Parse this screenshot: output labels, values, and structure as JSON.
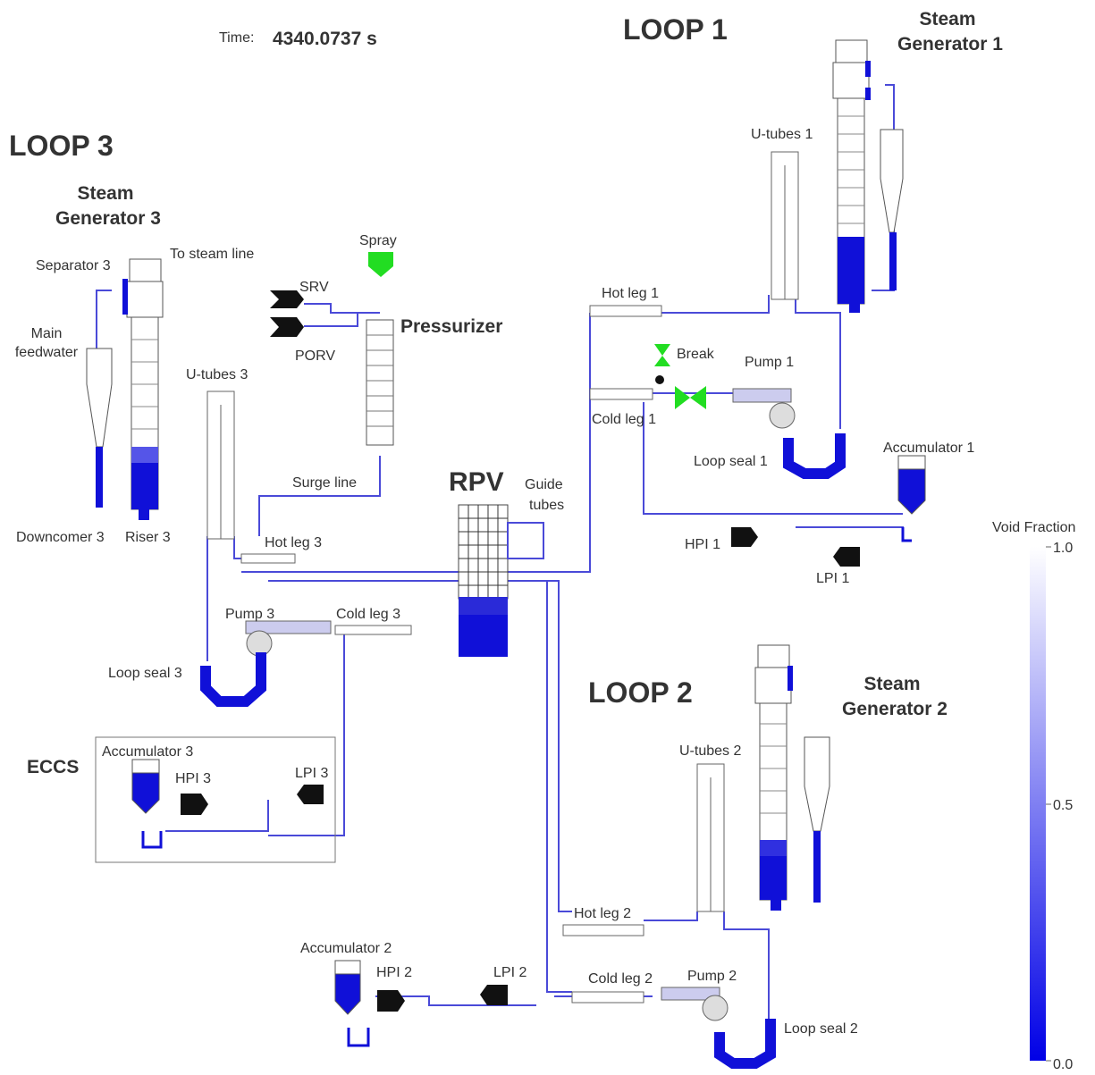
{
  "time": {
    "label": "Time:",
    "value": "4340.0737 s"
  },
  "loops": {
    "loop1": "LOOP 1",
    "loop2": "LOOP 2",
    "loop3": "LOOP 3"
  },
  "steam_generators": {
    "sg1": [
      "Steam",
      "Generator 1"
    ],
    "sg2": [
      "Steam",
      "Generator 2"
    ],
    "sg3": [
      "Steam",
      "Generator 3"
    ]
  },
  "labels": {
    "rpv": "RPV",
    "pressurizer": "Pressurizer",
    "eccs": "ECCS",
    "spray": "Spray",
    "srv": "SRV",
    "porv": "PORV",
    "surge_line": "Surge line",
    "guide_tubes": [
      "Guide",
      "tubes"
    ],
    "to_steam_line": "To steam line",
    "separator3": "Separator 3",
    "main_feedwater": [
      "Main",
      "feedwater"
    ],
    "downcomer3": "Downcomer 3",
    "riser3": "Riser 3",
    "utubes1": "U-tubes 1",
    "utubes2": "U-tubes 2",
    "utubes3": "U-tubes 3",
    "hotleg1": "Hot leg 1",
    "hotleg2": "Hot leg 2",
    "hotleg3": "Hot leg 3",
    "coldleg1": "Cold leg 1",
    "coldleg2": "Cold leg 2",
    "coldleg3": "Cold leg 3",
    "pump1": "Pump 1",
    "pump2": "Pump 2",
    "pump3": "Pump 3",
    "loopseal1": "Loop seal 1",
    "loopseal2": "Loop seal 2",
    "loopseal3": "Loop seal 3",
    "accumulator1": "Accumulator 1",
    "accumulator2": "Accumulator 2",
    "accumulator3": "Accumulator 3",
    "hpi1": "HPI 1",
    "hpi2": "HPI 2",
    "hpi3": "HPI 3",
    "lpi1": "LPI 1",
    "lpi2": "LPI 2",
    "lpi3": "LPI 3",
    "break": "Break"
  },
  "colorbar": {
    "title": "Void Fraction",
    "ticks": [
      "1.0",
      "0.5",
      "0.0"
    ],
    "color_min": "#0000e6",
    "color_max": "#ffffff"
  },
  "colors": {
    "water": "#1010d8",
    "pipe": "#4a4ad8",
    "valve_green": "#22dd22",
    "injector": "#111111",
    "outline": "#555555"
  }
}
